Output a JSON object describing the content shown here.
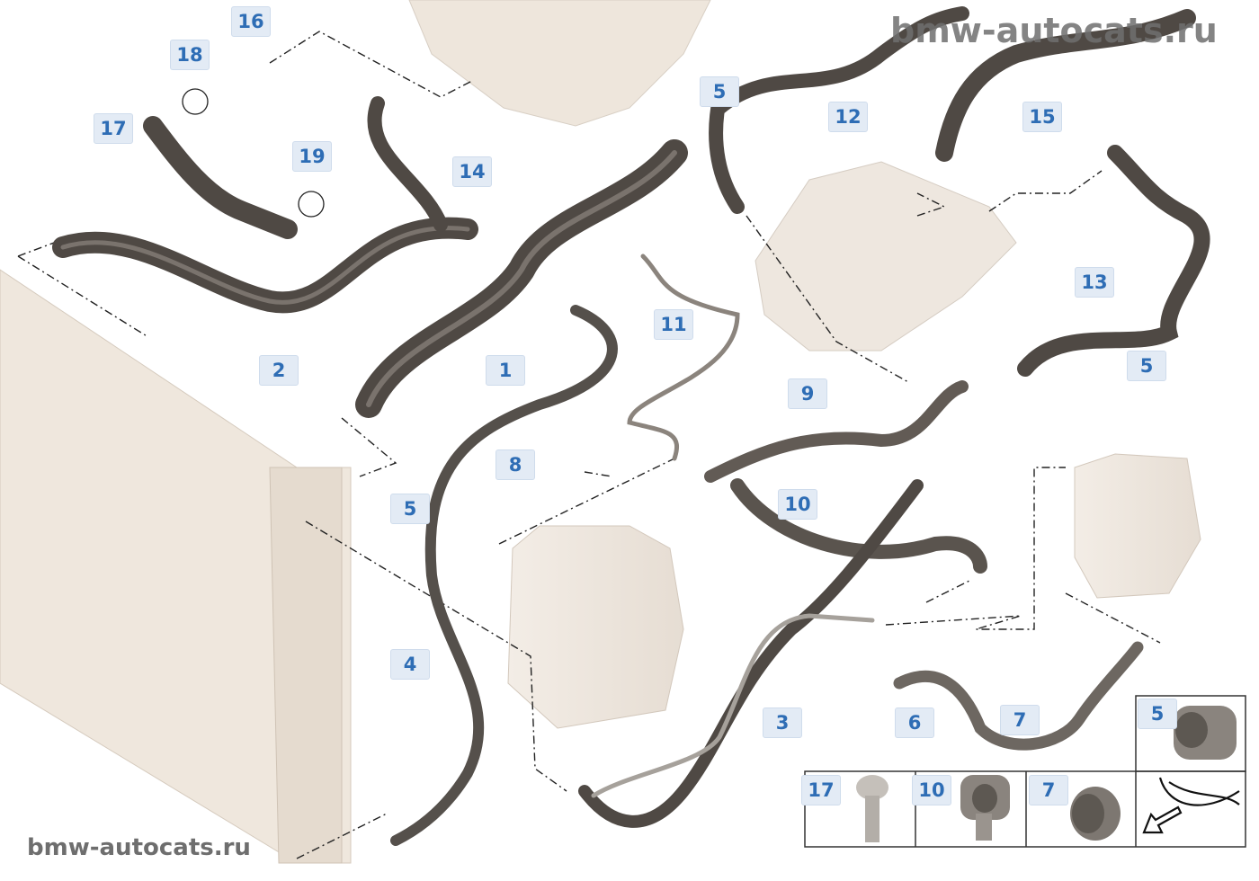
{
  "watermark": "bmw-autocats.ru",
  "callouts": {
    "c16": "16",
    "c18": "18",
    "c17": "17",
    "c19": "19",
    "c14": "14",
    "c2": "2",
    "c1": "1",
    "c11": "11",
    "c8": "8",
    "c5a": "5",
    "c4": "4",
    "c3": "3",
    "c9": "9",
    "c10": "10",
    "c12": "12",
    "c15": "15",
    "c5b": "5",
    "c13": "13",
    "c5c": "5",
    "c6": "6",
    "c7": "7"
  },
  "legend": {
    "clamp5": "5",
    "bolt17": "17",
    "clamp10": "10",
    "clamp7": "7"
  },
  "colors": {
    "label_text": "#2e6db5",
    "label_bg": "#e3ebf5",
    "hose": "#5b5550"
  }
}
